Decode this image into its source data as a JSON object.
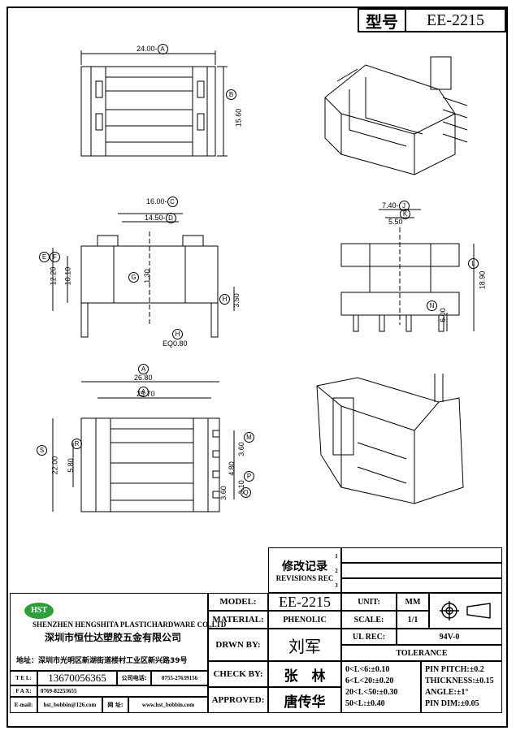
{
  "header": {
    "model_label": "型号",
    "model_value": "EE-2215"
  },
  "dims": {
    "top_width": "24.00",
    "A": "A",
    "top_depth": "15.60",
    "B": "B",
    "front_c": "16.00",
    "C": "C",
    "front_d": "14.50",
    "D": "D",
    "front_e": "12.20",
    "E": "E",
    "front_f": "10.10",
    "F": "F",
    "front_g": "1.30",
    "G": "G",
    "front_h": "3.50",
    "H": "H",
    "eq": "EQ0.80",
    "side_j": "7.40",
    "J": "J",
    "side_k": "5.50",
    "K": "K",
    "side_l": "18.90",
    "L": "L",
    "side_n": "6.00",
    "N": "N",
    "bottom_a": "26.80",
    "bottom_a2": "23.70",
    "bottom_s": "22.00",
    "S": "S",
    "bottom_r": "5.80",
    "R": "R",
    "bottom_m": "3.60",
    "M": "M",
    "bottom_p1": "4.80",
    "bottom_p2": "3.10",
    "P": "P",
    "bottom_q": "3.60",
    "Q": "Q"
  },
  "revisions": {
    "title": "修改记录",
    "subtitle": "REVISIONS REC",
    "nums": [
      "1",
      "2",
      "3"
    ]
  },
  "company": {
    "logo": "HST",
    "name_en": "SHENZHEN HENGSHITA PLASTICHARDWARE CO.,LTD",
    "name_cn": "深圳市恒仕达塑胶五金有限公司",
    "address": "地址：深圳市光明区新湖街道楼村工业区新兴路39号",
    "tel_label": "T E L:",
    "tel": "13670056365",
    "company_tel_label": "公司电话:",
    "company_tel": "0755-27639156",
    "fax_label": "F A X:",
    "fax": "0769-82253655",
    "email_label": "E-mail:",
    "email": "hst_bobbin@126.com",
    "web_label": "网 址:",
    "web": "www.hst_bobbin.com"
  },
  "spec": {
    "model_label": "MODEL:",
    "model": "EE-2215",
    "unit_label": "UNIT:",
    "unit": "MM",
    "material_label": "MATERIAL:",
    "material": "PHENOLIC",
    "scale_label": "SCALE:",
    "scale": "1/1",
    "drawn_label": "DRWN BY:",
    "drawn": "刘军",
    "ul_label": "UL REC:",
    "ul": "94V-0",
    "tolerance_label": "TOLERANCE",
    "check_label": "CHECK BY:",
    "check": "张　林",
    "approved_label": "APPROVED:",
    "approved": "唐传华",
    "tol1": "0<L<6:±0.10",
    "tol2": "6<L<20:±0.20",
    "tol3": "20<L<50:±0.30",
    "tol4": "50<L:±0.40",
    "pin_pitch": "PIN PITCH:±0.2",
    "thickness": "THICKNESS:±0.15",
    "angle": "ANGLE:±1°",
    "pin_dim": "PIN DIM:±0.05"
  }
}
